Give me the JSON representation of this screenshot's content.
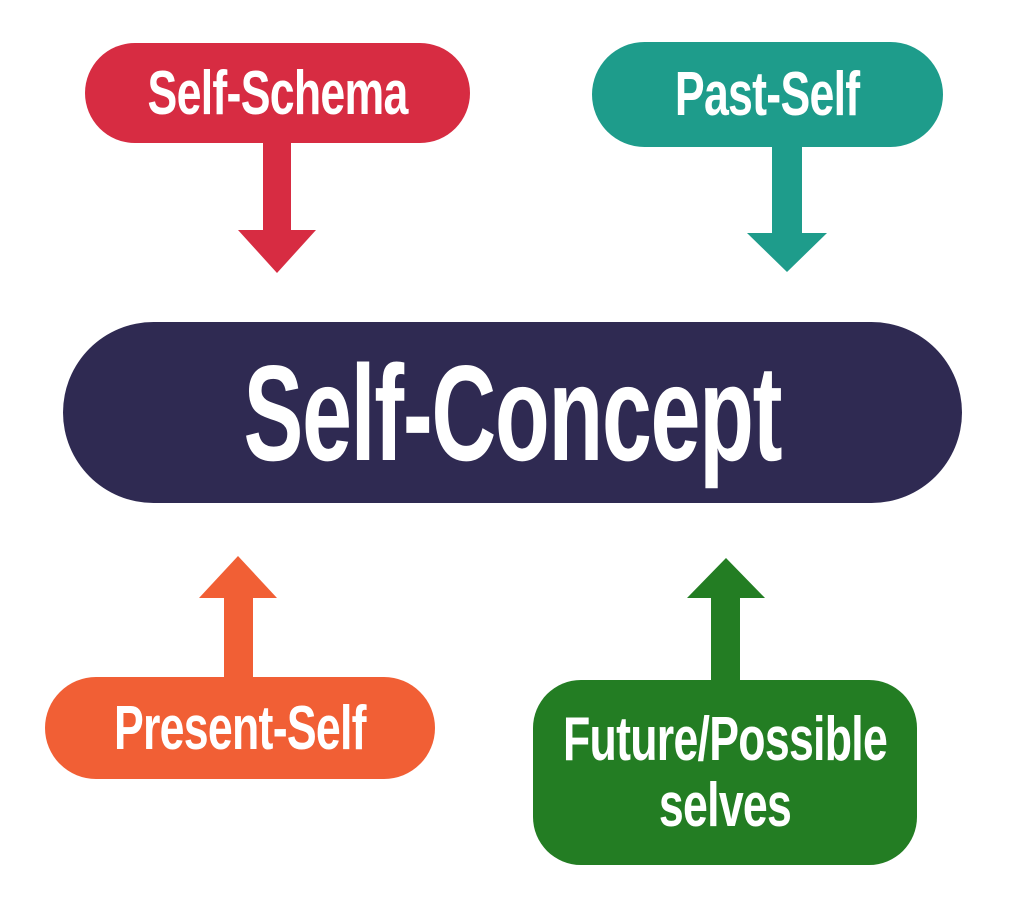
{
  "background": "#FFFFFF",
  "text_color": "#FFFFFF",
  "diagram_title": "Self-Concept",
  "center": {
    "label": "Self-Concept",
    "color": "#2F2A52"
  },
  "nodes": [
    {
      "id": "self-schema",
      "label": "Self-Schema",
      "color": "#D72C42",
      "arrow_direction": "down",
      "position": "top-left"
    },
    {
      "id": "past-self",
      "label": "Past-Self",
      "color": "#1E9C8B",
      "arrow_direction": "down",
      "position": "top-right"
    },
    {
      "id": "present-self",
      "label": "Present-Self",
      "color": "#F15F35",
      "arrow_direction": "up",
      "position": "bottom-left"
    },
    {
      "id": "future-possible-selves",
      "label": "Future/Possible selves",
      "label_line1": "Future/Possible",
      "label_line2": "selves",
      "color": "#237D23",
      "arrow_direction": "up",
      "position": "bottom-right"
    }
  ]
}
